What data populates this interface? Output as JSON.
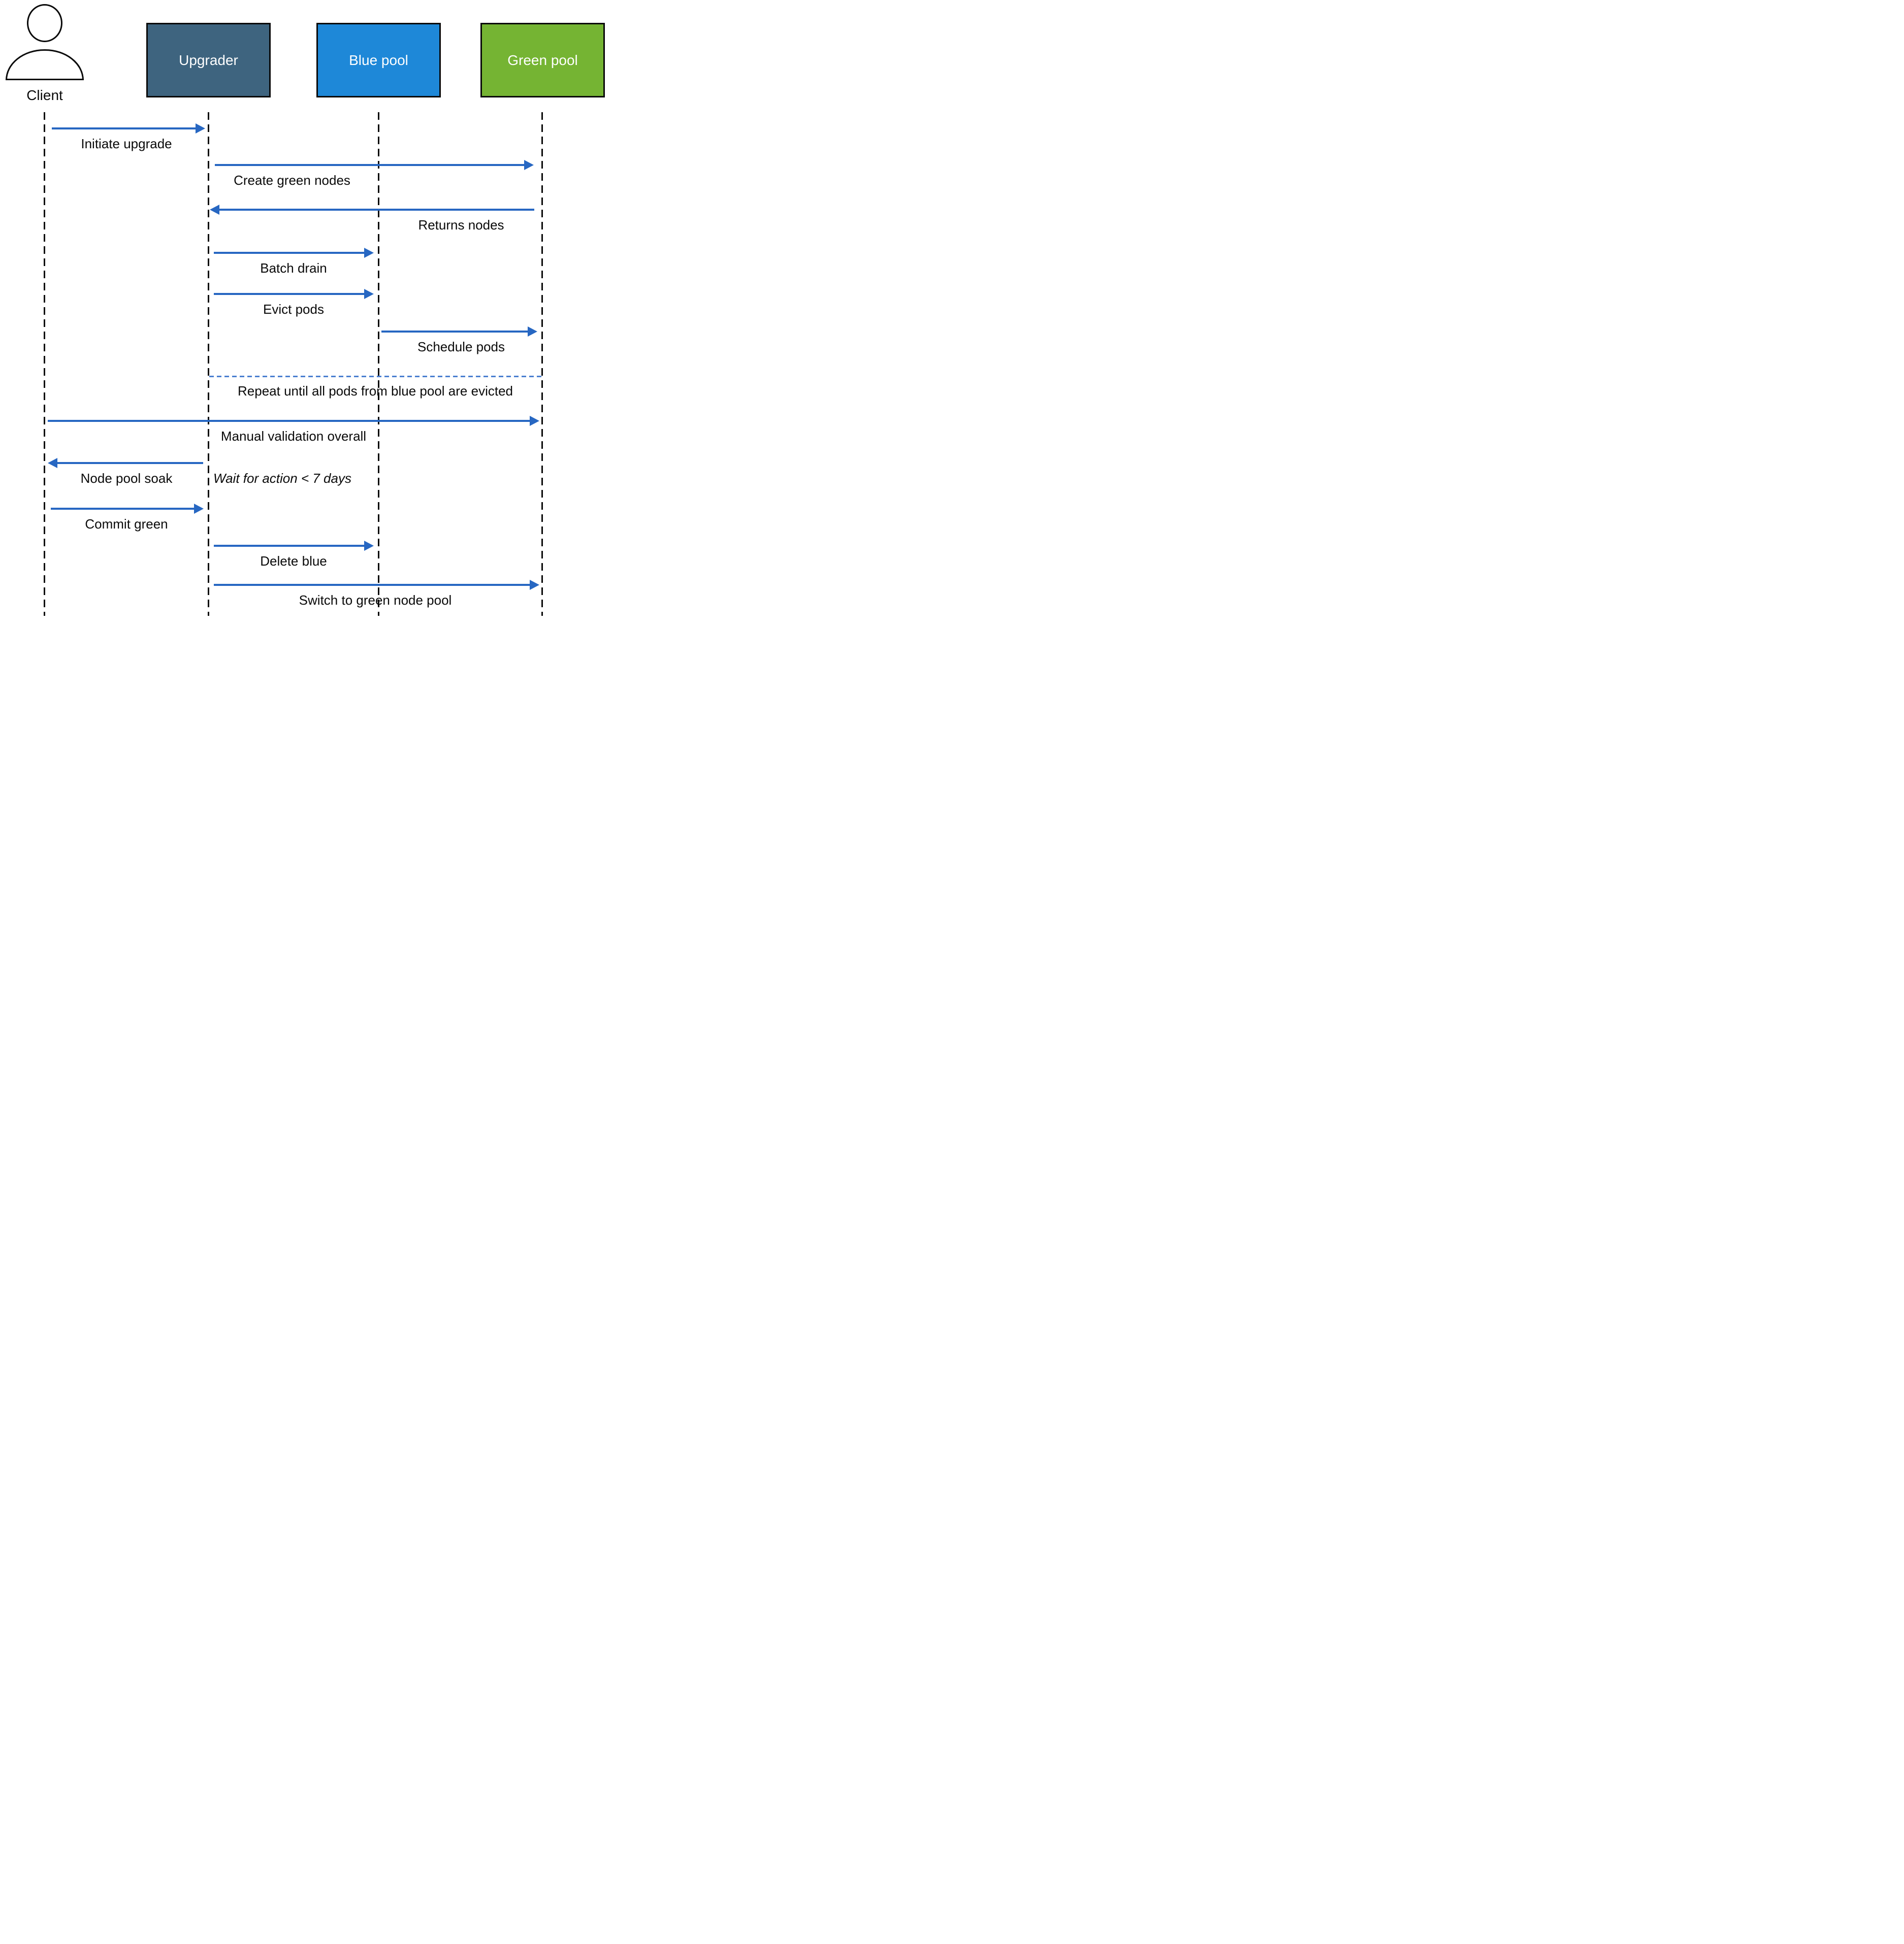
{
  "icons": {
    "client": "person-silhouette"
  },
  "colors": {
    "arrow": "#2767C2",
    "separator": "#4B7FD0",
    "upgrader_fill": "#3E647F",
    "blue_pool_fill": "#1E88D8",
    "green_pool_fill": "#75B433",
    "lifeline": "#0a0a0a",
    "text": "#0a0a0a"
  },
  "actors": [
    {
      "id": "client",
      "label": "Client",
      "type": "person"
    },
    {
      "id": "upgrader",
      "label": "Upgrader",
      "type": "box"
    },
    {
      "id": "blue-pool",
      "label": "Blue pool",
      "type": "box"
    },
    {
      "id": "green-pool",
      "label": "Green pool",
      "type": "box"
    }
  ],
  "messages": [
    {
      "from": "client",
      "to": "upgrader",
      "label": "Initiate upgrade"
    },
    {
      "from": "upgrader",
      "to": "green-pool",
      "label": "Create green nodes"
    },
    {
      "from": "green-pool",
      "to": "upgrader",
      "label": "Returns nodes"
    },
    {
      "from": "upgrader",
      "to": "blue-pool",
      "label": "Batch drain"
    },
    {
      "from": "upgrader",
      "to": "blue-pool",
      "label": "Evict pods"
    },
    {
      "from": "blue-pool",
      "to": "green-pool",
      "label": "Schedule pods"
    },
    {
      "from": "client",
      "to": "green-pool",
      "label": "Manual validation overall"
    },
    {
      "from": "upgrader",
      "to": "client",
      "label": "Node pool soak",
      "note": "Wait for action < 7 days"
    },
    {
      "from": "client",
      "to": "upgrader",
      "label": "Commit green"
    },
    {
      "from": "upgrader",
      "to": "blue-pool",
      "label": "Delete blue"
    },
    {
      "from": "upgrader",
      "to": "green-pool",
      "label": "Switch to green node pool"
    }
  ],
  "separator": {
    "label": "Repeat until all pods from blue pool are evicted"
  }
}
